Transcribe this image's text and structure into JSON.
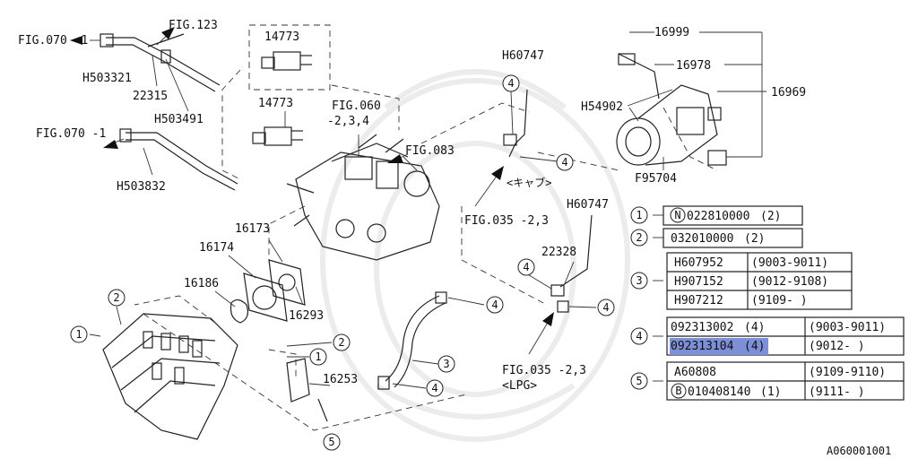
{
  "labels": {
    "fig070_top": "FIG.070 -1",
    "fig123": "FIG.123",
    "h503321": "H503321",
    "n22315": "22315",
    "h503491": "H503491",
    "n14773_top": "14773",
    "n14773_mid": "14773",
    "fig070_mid": "FIG.070 -1",
    "h503832": "H503832",
    "fig060_a": "FIG.060",
    "fig060_b": "-2,3,4",
    "fig083": "FIG.083",
    "h60747_top": "H60747",
    "kyab": "<キャブ>",
    "fig035_cap": "FIG.035 -2,3",
    "h60747_mid": "H60747",
    "n22328": "22328",
    "fig035_lpg": "FIG.035 -2,3",
    "lpg": "<LPG>",
    "n16173": "16173",
    "n16174": "16174",
    "n16186": "16186",
    "n16293": "16293",
    "n16253": "16253",
    "n16999": "16999",
    "n16978": "16978",
    "n16969": "16969",
    "h54902": "H54902",
    "f95704": "F95704",
    "diagram_id": "A060001001"
  },
  "callouts": [
    "1",
    "2",
    "3",
    "4",
    "5"
  ],
  "table": {
    "rows": [
      {
        "num": "1",
        "part": "022810000",
        "prefix": "N",
        "qty": "(2)"
      },
      {
        "num": "2",
        "part": "032010000",
        "qty": "(2)"
      },
      {
        "num": "3",
        "variants": [
          {
            "part": "H607952",
            "range": "(9003-9011)"
          },
          {
            "part": "H907152",
            "range": "(9012-9108)"
          },
          {
            "part": "H907212",
            "range": "(9109-        )"
          }
        ]
      },
      {
        "num": "4",
        "variants": [
          {
            "part": "092313002",
            "qty": "(4)",
            "range": "(9003-9011)"
          },
          {
            "part": "092313104",
            "qty": "(4)",
            "range": "(9012-        )",
            "highlighted": true
          }
        ]
      },
      {
        "num": "5",
        "variants": [
          {
            "part": "A60808",
            "qty": "",
            "range": "(9109-9110)"
          },
          {
            "part": "010408140",
            "prefix": "B",
            "qty": "(1)",
            "range": "(9111-        )"
          }
        ]
      }
    ]
  },
  "colors": {
    "highlight": "#7d8fd6",
    "line": "#222222",
    "watermark": "#ececec"
  }
}
